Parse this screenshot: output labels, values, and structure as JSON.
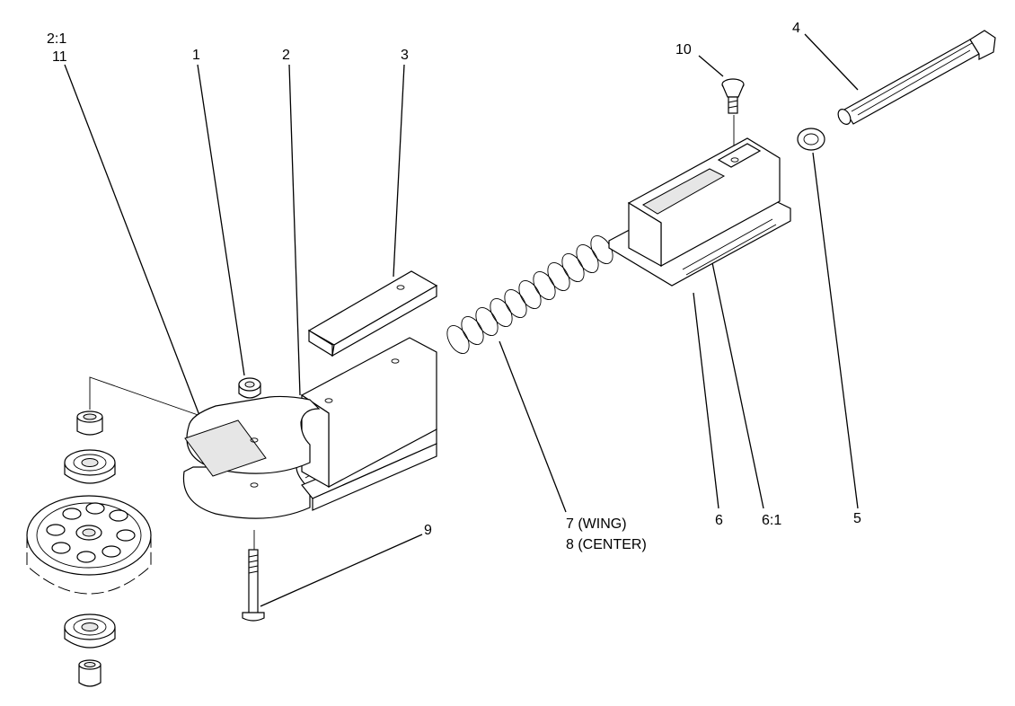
{
  "callouts": {
    "c2_1": "2:1",
    "c11": "11",
    "c1": "1",
    "c2": "2",
    "c3": "3",
    "c10": "10",
    "c4": "4",
    "c7": "7 (WING)",
    "c8": "8 (CENTER)",
    "c6": "6",
    "c6_1": "6:1",
    "c5": "5",
    "c9": "9"
  }
}
